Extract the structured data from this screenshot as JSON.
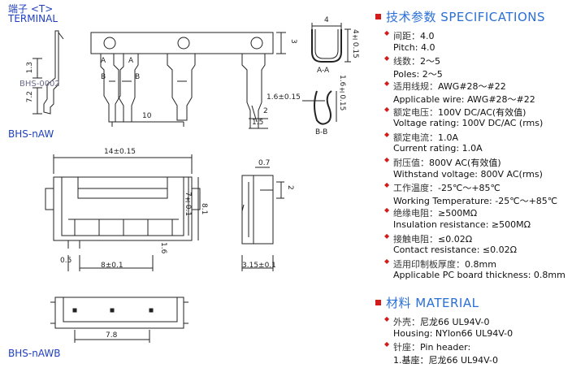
{
  "left": {
    "terminal_cn": "端子 <T>",
    "terminal_en": "TERMINAL",
    "part_code": "BHS-0002",
    "label_aw": "BHS-nAW",
    "label_awb": "BHS-nAWB",
    "dims": {
      "d_4": "4",
      "d_4_015": "4±0.15",
      "d_3": "3",
      "d_10": "10",
      "d_15": "1.5",
      "d_2": "2",
      "d_13": "1.3",
      "d_72": "7.2",
      "d_16_015_a": "1.6±0.15",
      "d_16_015_b": "1.6±0.15",
      "d_14_015": "14±0.15",
      "d_7_01": "7±0.1",
      "d_81": "8.1",
      "d_8_01": "8±0.1",
      "d_05": "0.5",
      "d_16": "1.6",
      "d_07": "0.7",
      "d_2b": "2",
      "d_315_01": "3.15±0.1",
      "d_78": "7.8",
      "sec_aa": "A-A",
      "sec_bb": "B-B",
      "mark_a1": "A",
      "mark_a2": "A",
      "mark_b1": "B",
      "mark_b2": "B"
    }
  },
  "specs": {
    "title_cn": "技术参数",
    "title_en": "SPECIFICATIONS",
    "rows": [
      {
        "cn": "间距：",
        "val": "4.0"
      },
      {
        "en": "Pitch: 4.0"
      },
      {
        "cn": "线数：",
        "val": "2～5"
      },
      {
        "en": "Poles: 2～5"
      },
      {
        "cn": "适用线规：",
        "val": "AWG#28～#22"
      },
      {
        "en": "Applicable wire: AWG#28～#22"
      },
      {
        "cn": "额定电压：",
        "val": "100V DC/AC(有效值)"
      },
      {
        "en": "Voltage rating: 100V DC/AC (rms)"
      },
      {
        "cn": "额定电流：",
        "val": "1.0A"
      },
      {
        "en": "Current rating: 1.0A"
      },
      {
        "cn": "耐压值：",
        "val": "800V AC(有效值)"
      },
      {
        "en": "Withstand voltage: 800V AC(rms)"
      },
      {
        "cn": "工作温度：",
        "val": "-25℃～+85℃"
      },
      {
        "en": "Working Temperature: -25℃～+85℃"
      },
      {
        "cn": "绝缘电阻：",
        "val": "≥500MΩ"
      },
      {
        "en": "Insulation resistance: ≥500MΩ"
      },
      {
        "cn": "接触电阻：",
        "val": "≤0.02Ω"
      },
      {
        "en": "Contact resistance: ≤0.02Ω"
      },
      {
        "cn": "适用印制板厚度：",
        "val": "0.8mm"
      },
      {
        "en": "Applicable PC board thickness: 0.8mm"
      }
    ]
  },
  "material": {
    "title_cn": "材料",
    "title_en": "MATERIAL",
    "rows": [
      {
        "cn": "外壳：",
        "val": "尼龙66   UL94V-0"
      },
      {
        "en": "Housing: NYlon66  UL94V-0"
      },
      {
        "cn": "针座：",
        "val": "Pin header:"
      },
      {
        "en": "1.基座：尼龙66   UL94V-0"
      }
    ]
  },
  "colors": {
    "accent": "#2a6fd6",
    "bullet": "#d21c1c",
    "label_blue": "#1f3fbf"
  }
}
